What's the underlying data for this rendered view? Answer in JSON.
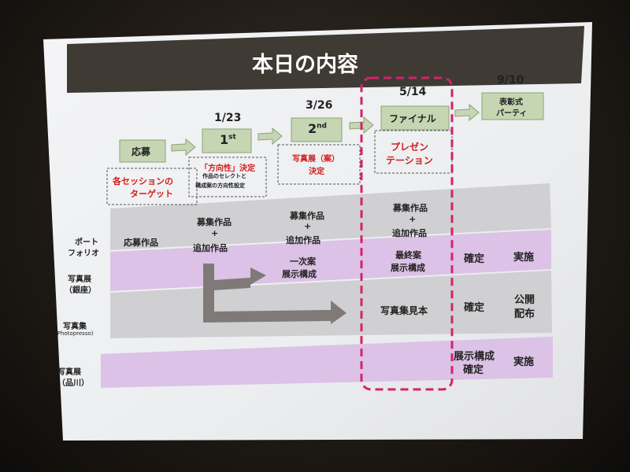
{
  "slide": {
    "title": "本日の内容",
    "milestones": [
      {
        "date": "",
        "label": "応募",
        "note1": "各セッションの",
        "note2": "ターゲット"
      },
      {
        "date": "1/23",
        "label": "1",
        "sup": "st",
        "note1": "「方向性」決定",
        "note2": "作品のセレクトと",
        "note3": "構成案の方向性設定"
      },
      {
        "date": "3/26",
        "label": "2",
        "sup": "nd",
        "note1": "写真展（案）",
        "note2": "決定"
      },
      {
        "date": "5/14",
        "label": "ファイナル",
        "note1": "プレゼン",
        "note2": "テーション"
      },
      {
        "date": "9/10",
        "label1": "表彰式",
        "label2": "パーティ"
      }
    ],
    "rows": [
      {
        "label1": "ポート",
        "label2": "フォリオ"
      },
      {
        "label1": "写真展",
        "label2": "（銀座）"
      },
      {
        "label1": "写真集",
        "label2": "(Photopresso)"
      },
      {
        "label1": "写真展",
        "label2": "（品川）"
      }
    ],
    "cells": {
      "top_col3_l1": "募集作品",
      "top_col3_l2": "+",
      "top_col3_l3": "追加作品",
      "top_col4_l1": "募集作品",
      "top_col4_l2": "+",
      "top_col4_l3": "追加作品",
      "pf_col1": "応募作品",
      "pf_col2_l1": "募集作品",
      "pf_col2_l2": "+",
      "pf_col2_l3": "追加作品",
      "pf_kakutei": "確定",
      "pf_jisshi": "実施",
      "ginza_l1": "一次案",
      "ginza_l2": "展示構成",
      "ginza_final_l1": "最終案",
      "ginza_final_l2": "展示構成",
      "photobook": "写真集見本",
      "photobook_kakutei": "確定",
      "photobook_kokai_l1": "公開",
      "photobook_kokai_l2": "配布",
      "shina_l1": "展示構成",
      "shina_l2": "確定",
      "shina_jisshi": "実施"
    }
  }
}
